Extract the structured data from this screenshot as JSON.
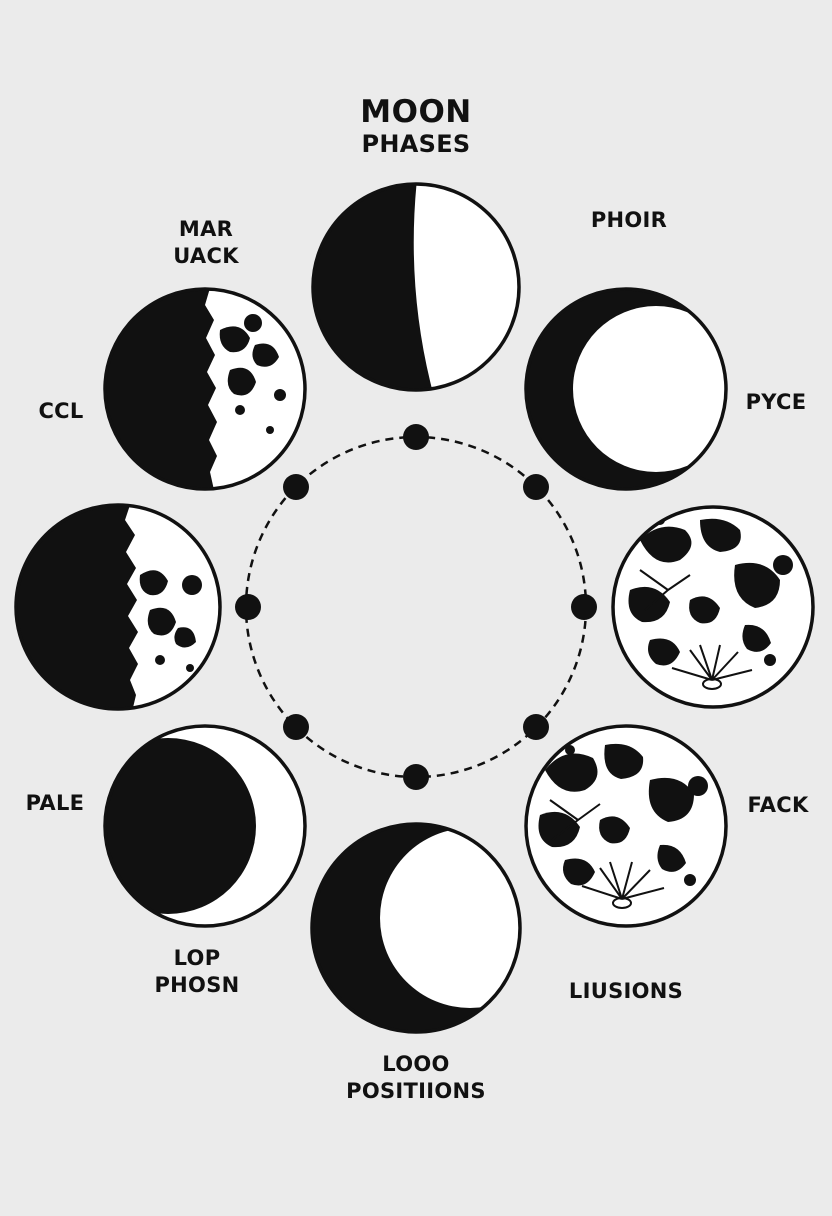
{
  "title": {
    "line1": "MOON",
    "line2": "PHASES"
  },
  "labels": {
    "top_left": [
      "MAR",
      "UACK"
    ],
    "top_right": "PHOIR",
    "left_upper": "CCL",
    "right_upper": "PYCE",
    "left_lower": "PALE",
    "right_lower": "FACK",
    "bottom_left": [
      "LOP",
      "PHOSN"
    ],
    "bottom_right": "LIUSIONS",
    "bottom_center": [
      "LOOO",
      "POSITIIONS"
    ]
  },
  "colors": {
    "background": "#ebebeb",
    "ink": "#111111",
    "moon_light": "#ffffff"
  },
  "phase_icons": [
    "first-quarter-moon-icon",
    "waxing-crescent-moon-icon",
    "full-moon-icon",
    "full-moon-icon",
    "waning-crescent-moon-icon",
    "waning-crescent-moon-icon",
    "waning-gibbous-moon-icon",
    "waning-gibbous-moon-icon"
  ]
}
